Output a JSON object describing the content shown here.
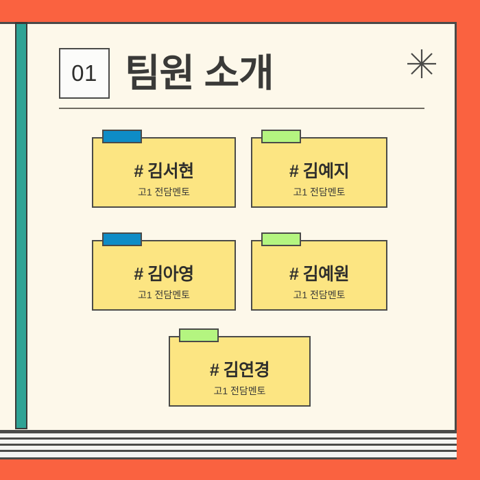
{
  "slide": {
    "section_number": "01",
    "title": "팀원 소개",
    "decoration_icon": "sparkle-icon",
    "colors": {
      "background": "#FA6240",
      "page": "#FDF8EA",
      "spine": "#2FA395",
      "card": "#FCE582",
      "tab_blue": "#0E8CC6",
      "tab_green": "#B4F580",
      "ink": "#3A3A38"
    }
  },
  "members": [
    {
      "name": "# 김서현",
      "role": "고1 전담멘토",
      "tab_color": "blue"
    },
    {
      "name": "# 김예지",
      "role": "고1 전담멘토",
      "tab_color": "green"
    },
    {
      "name": "# 김아영",
      "role": "고1 전담멘토",
      "tab_color": "blue"
    },
    {
      "name": "# 김예원",
      "role": "고1 전담멘토",
      "tab_color": "green"
    },
    {
      "name": "# 김연경",
      "role": "고1 전담멘토",
      "tab_color": "green"
    }
  ]
}
